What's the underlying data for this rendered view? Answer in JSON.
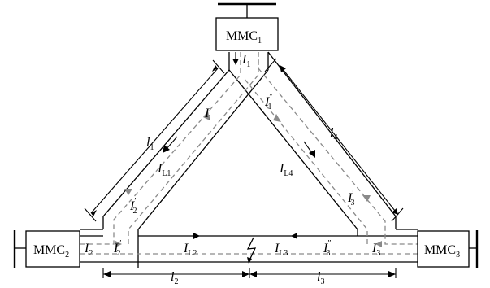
{
  "converters": {
    "mmc1": {
      "name": "MMC",
      "sub": "1"
    },
    "mmc2": {
      "name": "MMC",
      "sub": "2"
    },
    "mmc3": {
      "name": "MMC",
      "sub": "3"
    }
  },
  "lengths": {
    "l1": {
      "sym": "l",
      "sub": "1"
    },
    "l2": {
      "sym": "l",
      "sub": "2"
    },
    "l3": {
      "sym": "l",
      "sub": "3"
    },
    "l4": {
      "sym": "l",
      "sub": "4"
    }
  },
  "currents": {
    "I1": {
      "sym": "I",
      "sub": "1",
      "prime": ""
    },
    "I1p": {
      "sym": "I",
      "sub": "1",
      "prime": "′"
    },
    "I1pp": {
      "sym": "I",
      "sub": "1",
      "prime": "″"
    },
    "I2": {
      "sym": "I",
      "sub": "2",
      "prime": ""
    },
    "I2p": {
      "sym": "I",
      "sub": "2",
      "prime": "′"
    },
    "I2pp": {
      "sym": "I",
      "sub": "2",
      "prime": "″"
    },
    "I3": {
      "sym": "I",
      "sub": "3",
      "prime": ""
    },
    "I3p": {
      "sym": "I",
      "sub": "3",
      "prime": "′"
    },
    "I3pp": {
      "sym": "I",
      "sub": "3",
      "prime": "″"
    },
    "IL1": {
      "sym": "I",
      "sub": "L1",
      "prime": ""
    },
    "IL2": {
      "sym": "I",
      "sub": "L2",
      "prime": ""
    },
    "IL3": {
      "sym": "I",
      "sub": "L3",
      "prime": ""
    },
    "IL4": {
      "sym": "I",
      "sub": "L4",
      "prime": ""
    }
  }
}
